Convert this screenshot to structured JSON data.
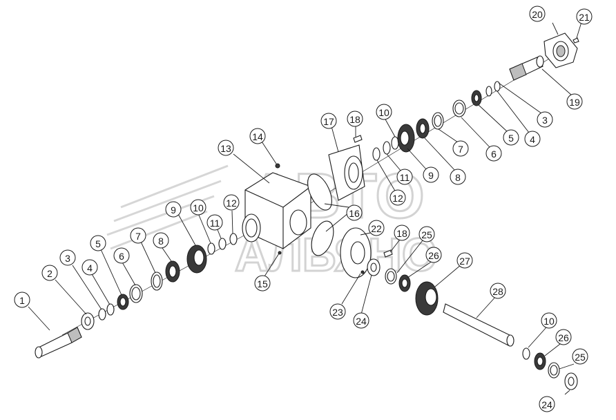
{
  "watermark": {
    "line1": "АВТО",
    "line2": "АЛЬЯНС"
  },
  "callouts": [
    "1",
    "2",
    "3",
    "4",
    "5",
    "6",
    "7",
    "8",
    "9",
    "10",
    "11",
    "12",
    "13",
    "14",
    "15",
    "16",
    "17",
    "18",
    "9",
    "10",
    "11",
    "12",
    "8",
    "7",
    "6",
    "5",
    "4",
    "3",
    "19",
    "20",
    "21",
    "22",
    "18",
    "25",
    "26",
    "27",
    "23",
    "24",
    "28",
    "10",
    "26",
    "25",
    "24"
  ]
}
